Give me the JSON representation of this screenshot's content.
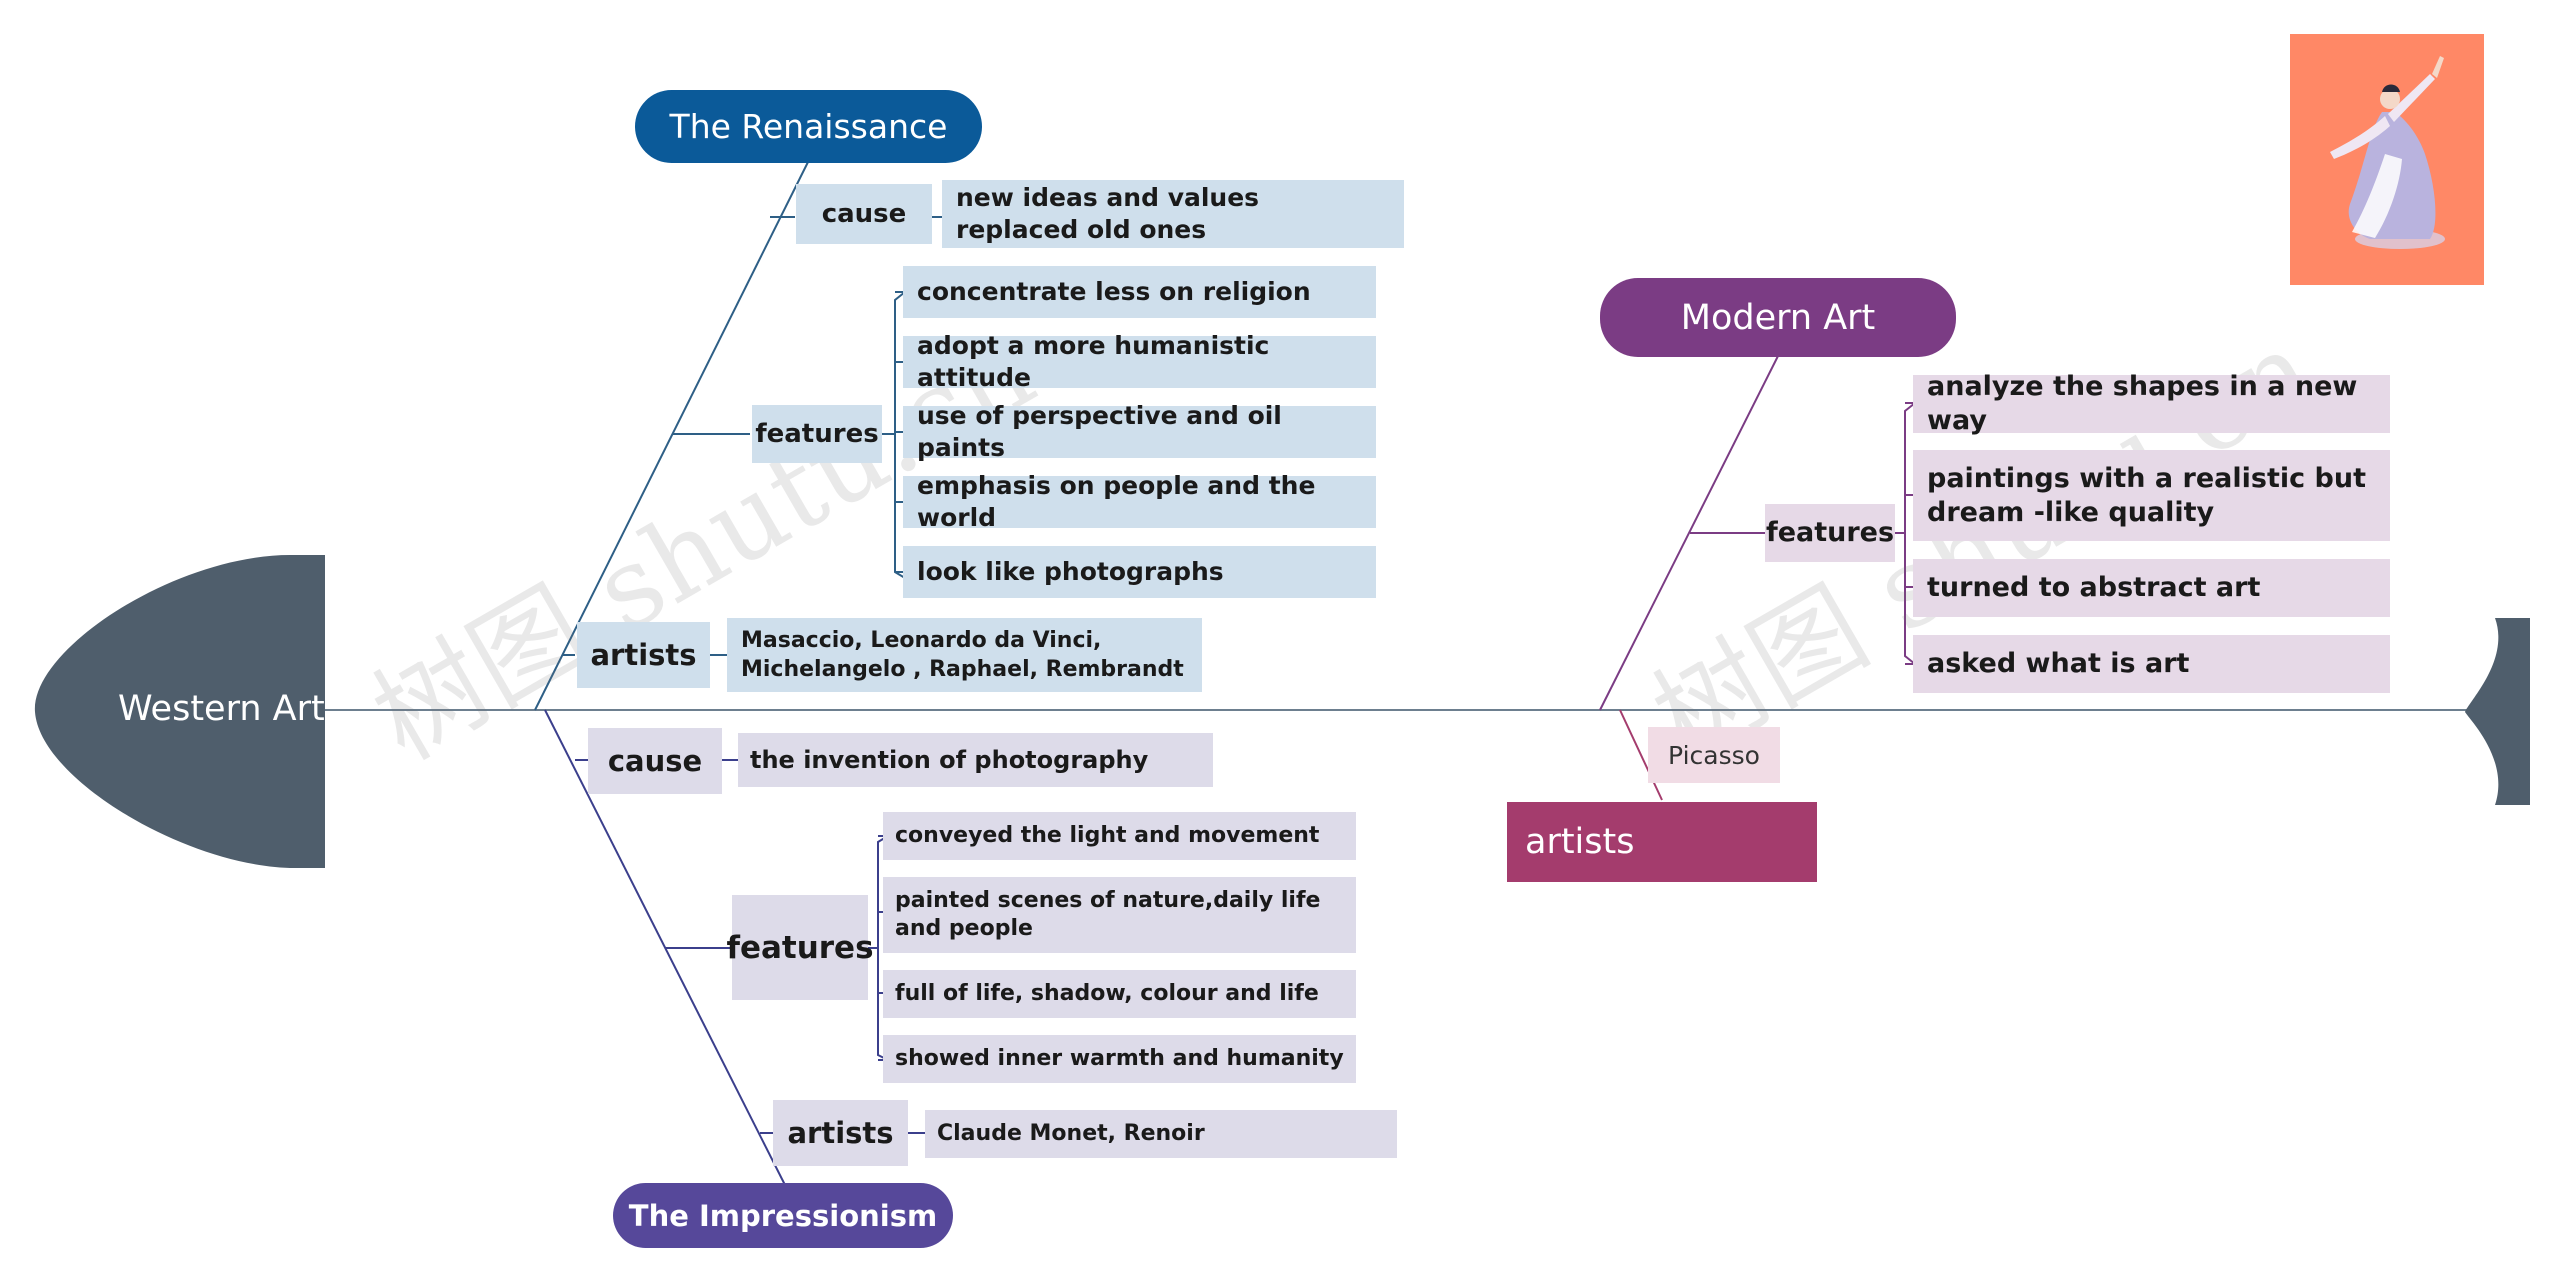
{
  "root": {
    "label": "Western Art"
  },
  "renaissance": {
    "title": "The Renaissance",
    "cause": {
      "label": "cause",
      "value": "new ideas and values replaced old ones"
    },
    "features": {
      "label": "features",
      "items": [
        "concentrate less on religion",
        "adopt a more humanistic attitude",
        "use of perspective and oil paints",
        "emphasis on people and the world",
        "look like photographs"
      ]
    },
    "artists": {
      "label": "artists",
      "value": "Masaccio, Leonardo da Vinci, Michelangelo , Raphael, Rembrandt"
    }
  },
  "impressionism": {
    "title": "The Impressionism",
    "cause": {
      "label": "cause",
      "value": "the invention of photography"
    },
    "features": {
      "label": "features",
      "items": [
        "conveyed the light and movement",
        "painted scenes of nature,daily life and people",
        "full of life, shadow, colour and life",
        "showed inner warmth and humanity"
      ]
    },
    "artists": {
      "label": "artists",
      "value": "Claude Monet, Renoir"
    }
  },
  "modern": {
    "title": "Modern Art",
    "features": {
      "label": "features",
      "items": [
        "analyze the shapes in a new way",
        "paintings with a realistic but dream -like quality",
        "turned to abstract art",
        "asked what is art"
      ]
    },
    "artists": {
      "label": "artists",
      "value": "Picasso"
    }
  },
  "watermark": "树图 shutu.cn",
  "colors": {
    "head": "#4f5e6c",
    "renaissance": "#0b5a99",
    "impressionism": "#56489a",
    "modern": "#7b3c84",
    "modern_artists": "#a43c6d",
    "thumbnail_bg": "#ff8866"
  }
}
